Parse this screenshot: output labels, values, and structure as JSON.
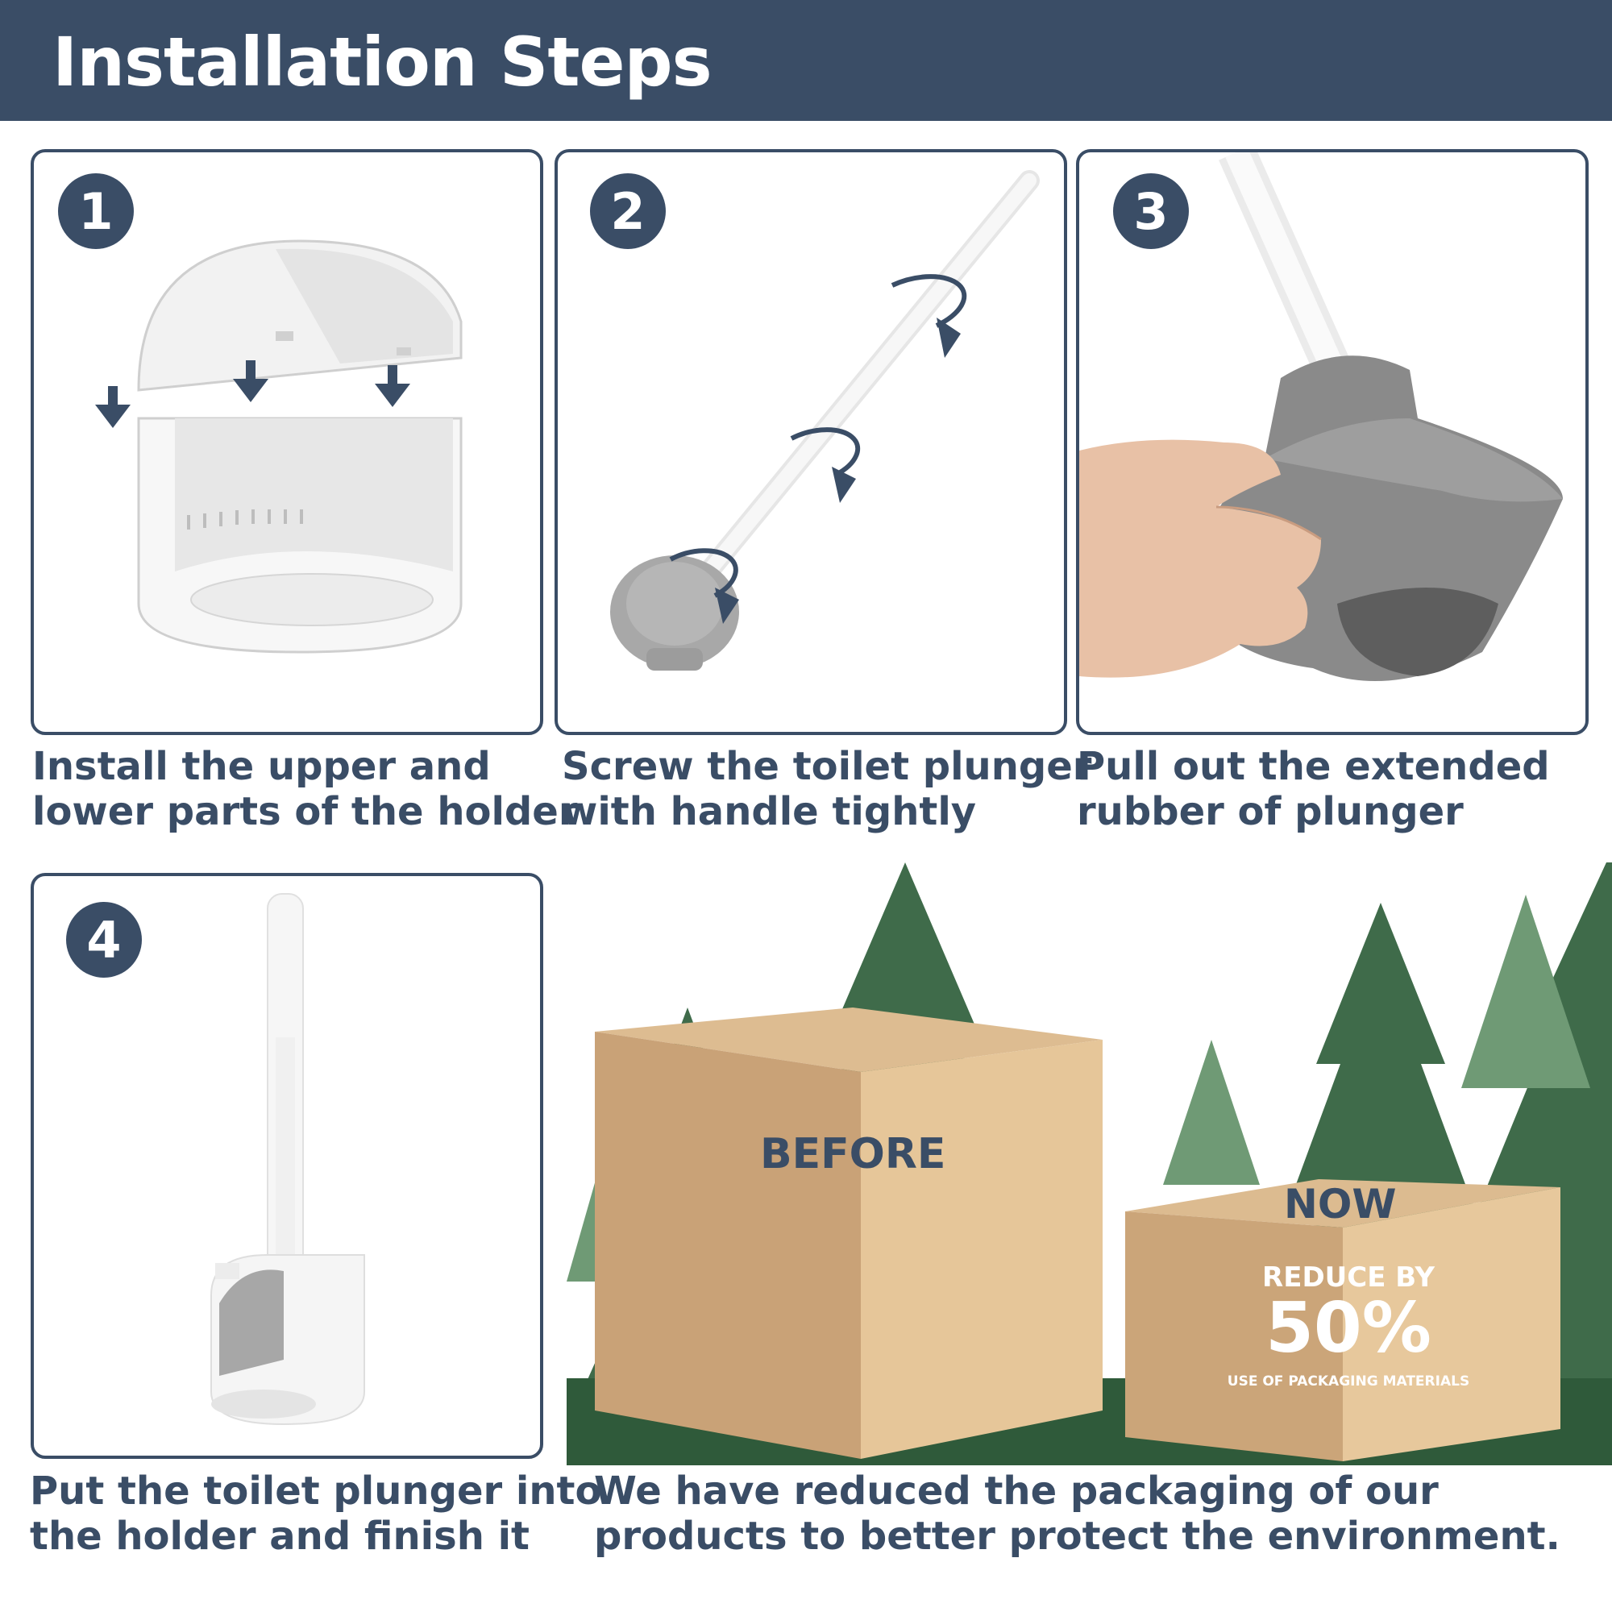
{
  "header": {
    "title": "Installation Steps"
  },
  "steps": [
    {
      "number": "1",
      "caption_line1": "Install the upper and",
      "caption_line2": "lower parts of the holder"
    },
    {
      "number": "2",
      "caption_line1": "Screw the toilet plunger",
      "caption_line2": "with handle tightly"
    },
    {
      "number": "3",
      "caption_line1": "Pull out the extended",
      "caption_line2": "rubber of plunger"
    },
    {
      "number": "4",
      "caption_line1": "Put the toilet plunger into",
      "caption_line2": "the holder and finish it"
    }
  ],
  "packaging": {
    "before_label": "BEFORE",
    "now_label": "NOW",
    "reduce_by": "REDUCE BY",
    "percent": "50%",
    "use_of": "USE OF PACKAGING MATERIALS",
    "caption_line1": "We have reduced the packaging of our",
    "caption_line2": "products to better protect the environment."
  },
  "colors": {
    "accent": "#3a4d66",
    "box": "#d2aa7c",
    "tree": "#3f6b4a",
    "plunger_gray": "#8f8f8f"
  }
}
